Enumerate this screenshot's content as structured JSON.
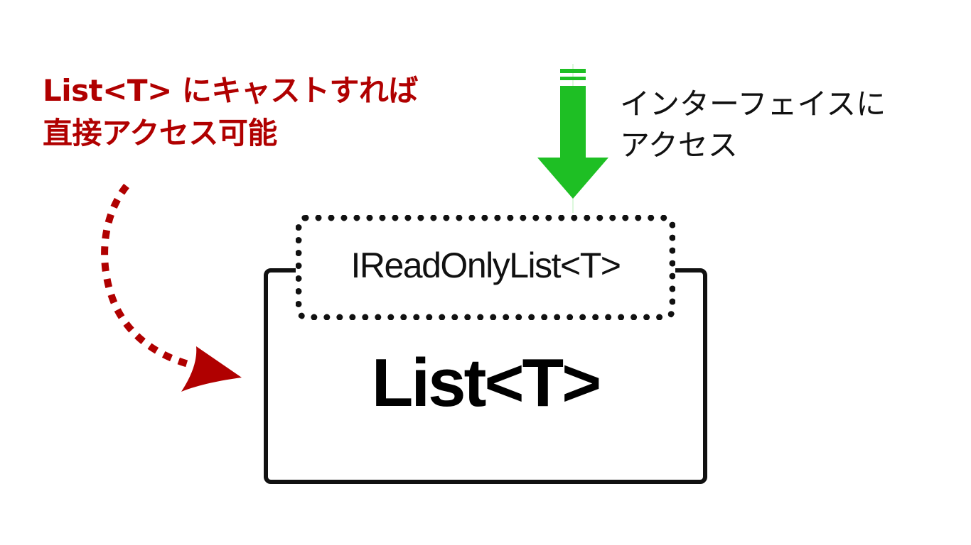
{
  "diagram": {
    "left_note": {
      "lines": [
        "List<T> にキャストすれば",
        "直接アクセス可能"
      ],
      "color": "#b00000"
    },
    "right_note": {
      "lines": [
        "インターフェイスに",
        "アクセス"
      ],
      "color": "#111111"
    },
    "outer_box": {
      "label": "List<T>"
    },
    "inner_box": {
      "label": "IReadOnlyList<T>",
      "style": "dotted"
    },
    "arrows": {
      "green_arrow": {
        "color": "#1ebf24",
        "direction": "down",
        "target": "IReadOnlyList<T>"
      },
      "red_curved_arrow": {
        "color": "#b00000",
        "style": "dotted",
        "target": "List<T>"
      }
    }
  }
}
